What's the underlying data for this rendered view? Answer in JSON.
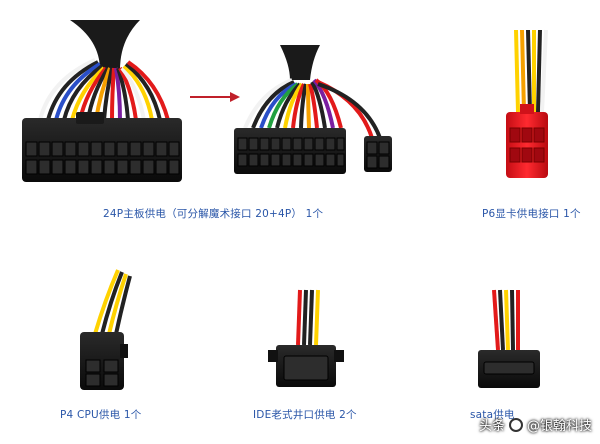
{
  "captions": {
    "atx24": "24P主板供电（可分解魔术接口 20+4P） 1个",
    "pcie6": "P6显卡供电接口 1个",
    "cpu4": "P4 CPU供电  1个",
    "ide": "IDE老式井口供电  2个",
    "sata": "sata供电"
  },
  "watermark": {
    "brand_prefix": "头条",
    "handle": "@银翰科技"
  },
  "colors": {
    "caption_text": "#2a56a8",
    "arrow": "#c0202a",
    "connector_black": "#151515",
    "connector_red": "#e8141c"
  }
}
